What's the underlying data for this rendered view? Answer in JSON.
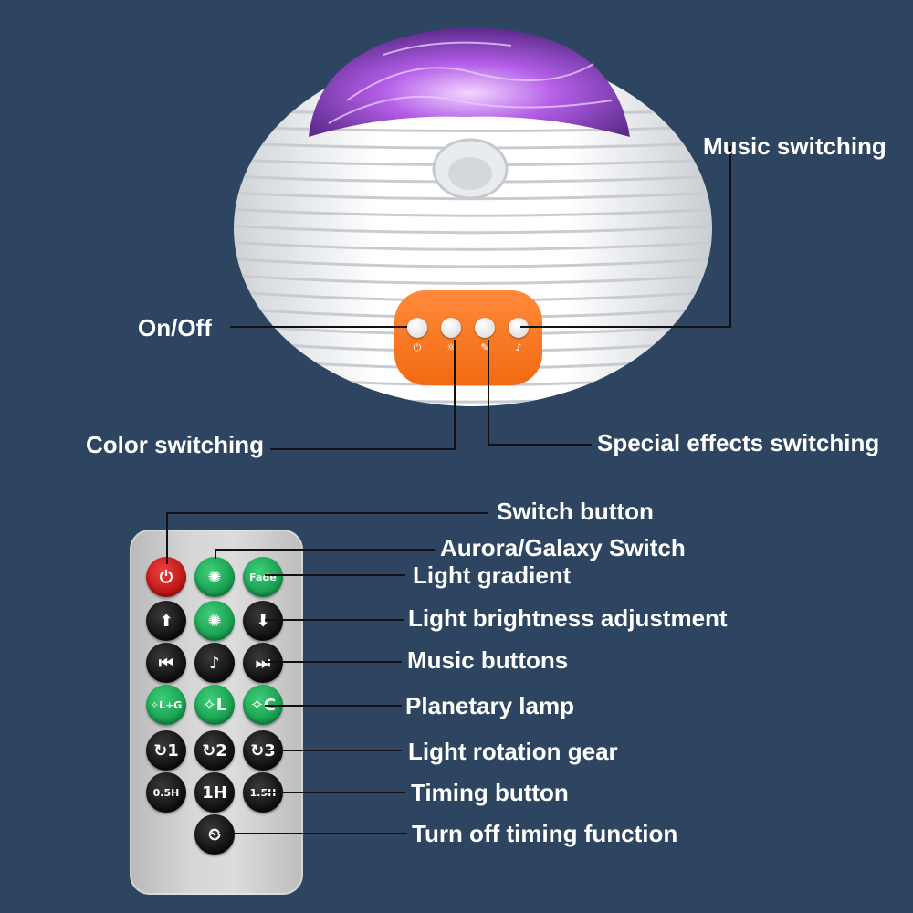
{
  "labels": {
    "music_switching": "Music switching",
    "on_off": "On/Off",
    "color_switching": "Color switching",
    "special_effects": "Special effects switching",
    "switch_button": "Switch button",
    "aurora_galaxy": "Aurora/Galaxy Switch",
    "light_gradient": "Light gradient",
    "brightness": "Light brightness adjustment",
    "music_buttons": "Music buttons",
    "planetary_lamp": "Planetary lamp",
    "rotation_gear": "Light rotation gear",
    "timing_button": "Timing button",
    "turn_off_timing": "Turn off timing function"
  },
  "panel_icons": [
    "⏻",
    "☼",
    "✎",
    "♪"
  ],
  "remote": {
    "rows": [
      [
        {
          "type": "red",
          "icon": "power-icon",
          "text": "⏻"
        },
        {
          "type": "green",
          "icon": "sun-icon",
          "text": "✺"
        },
        {
          "type": "green",
          "icon": "fade-icon",
          "text": "Fade"
        }
      ],
      [
        {
          "type": "black",
          "icon": "arrow-up-icon",
          "text": "⬆"
        },
        {
          "type": "green",
          "icon": "sun-icon",
          "text": "✺"
        },
        {
          "type": "black",
          "icon": "arrow-down-icon",
          "text": "⬇"
        }
      ],
      [
        {
          "type": "black",
          "icon": "previous-icon",
          "text": "⏮"
        },
        {
          "type": "black",
          "icon": "music-note-icon",
          "text": "♪"
        },
        {
          "type": "black",
          "icon": "next-icon",
          "text": "⏭"
        }
      ],
      [
        {
          "type": "green",
          "icon": "wand-icon",
          "text": "✧L+G"
        },
        {
          "type": "green",
          "icon": "wand-icon",
          "text": "✧L"
        },
        {
          "type": "green",
          "icon": "wand-icon",
          "text": "✧C"
        }
      ],
      [
        {
          "type": "black",
          "icon": "rotate-icon",
          "text": "↻1"
        },
        {
          "type": "black",
          "icon": "rotate-icon",
          "text": "↻2"
        },
        {
          "type": "black",
          "icon": "rotate-icon",
          "text": "↻3"
        }
      ],
      [
        {
          "type": "black",
          "icon": "timer-icon",
          "text": "0.5H"
        },
        {
          "type": "black",
          "icon": "timer-icon",
          "text": "1H"
        },
        {
          "type": "black",
          "icon": "timer-icon",
          "text": "1.5H"
        }
      ],
      [
        {
          "type": "black",
          "icon": "clock-off-icon",
          "text": "⏲"
        }
      ]
    ]
  }
}
